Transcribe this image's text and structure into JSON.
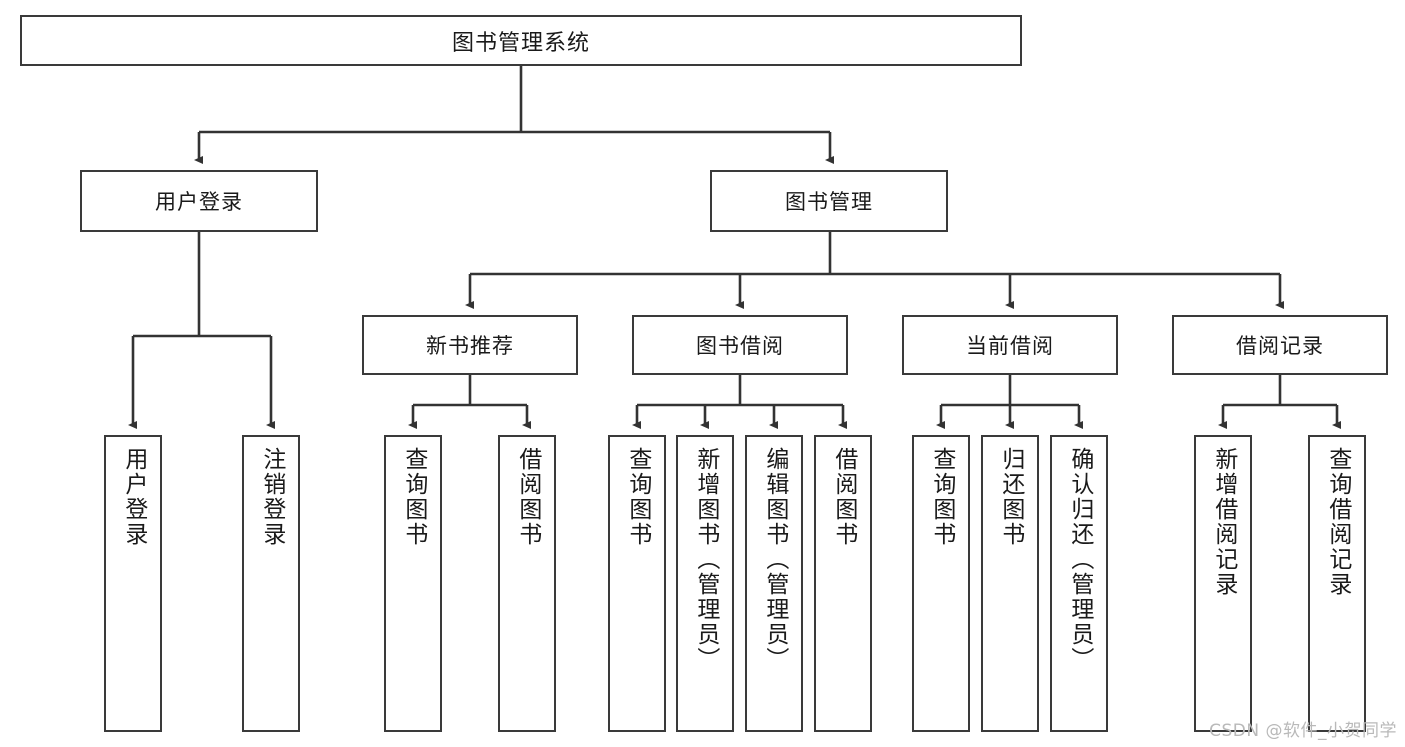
{
  "diagram": {
    "type": "tree",
    "title": "图书管理系统",
    "colors": {
      "box_border": "#3a3a3a",
      "box_fill": "#ffffff",
      "connector": "#333333",
      "text": "#1a1a1a",
      "watermark": "#b9b9b9",
      "background": "#ffffff"
    },
    "root": {
      "label": "图书管理系统"
    },
    "level2": [
      {
        "label": "用户登录"
      },
      {
        "label": "图书管理"
      }
    ],
    "level3": [
      {
        "label": "新书推荐"
      },
      {
        "label": "图书借阅"
      },
      {
        "label": "当前借阅"
      },
      {
        "label": "借阅记录"
      }
    ],
    "leaves": {
      "user_login": [
        {
          "label": "用户登录"
        },
        {
          "label": "注销登录"
        }
      ],
      "new_book_recommend": [
        {
          "label": "查询图书"
        },
        {
          "label": "借阅图书"
        }
      ],
      "book_borrow": [
        {
          "label": "查询图书"
        },
        {
          "label": "新增图书（管理员）"
        },
        {
          "label": "编辑图书（管理员）"
        },
        {
          "label": "借阅图书"
        }
      ],
      "current_borrow": [
        {
          "label": "查询图书"
        },
        {
          "label": "归还图书"
        },
        {
          "label": "确认归还（管理员）"
        }
      ],
      "borrow_record": [
        {
          "label": "新增借阅记录"
        },
        {
          "label": "查询借阅记录"
        }
      ]
    }
  },
  "watermark": {
    "text": "CSDN @软件_小贺同学"
  }
}
